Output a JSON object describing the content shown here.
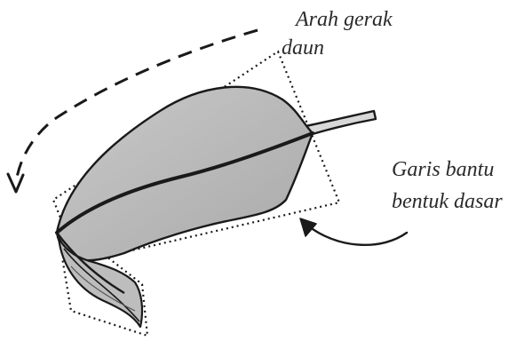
{
  "labels": {
    "movement_direction": {
      "line1": "Arah gerak",
      "line2": "daun"
    },
    "guide_lines": {
      "line1": "Garis bantu",
      "line2": "bentuk dasar"
    }
  },
  "colors": {
    "leaf_fill": "#b8b8b8",
    "leaf_fill_light": "#d2d2d2",
    "ink": "#1a1a1a"
  }
}
